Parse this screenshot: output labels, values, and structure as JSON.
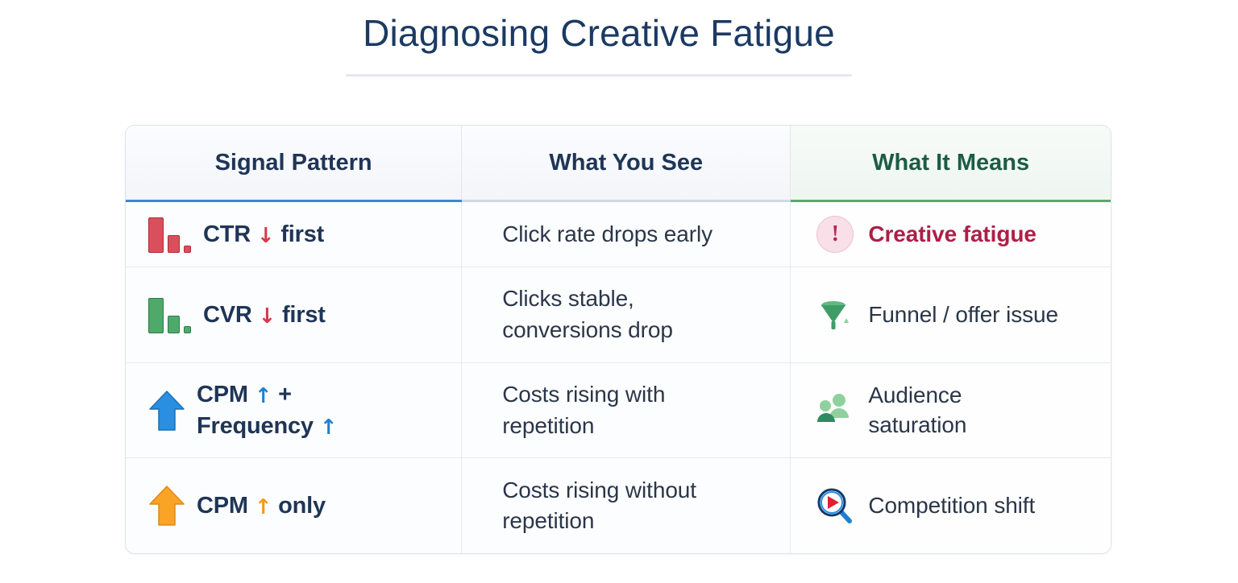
{
  "header": {
    "title": "Diagnosing Creative Fatigue"
  },
  "table": {
    "columns": [
      {
        "label": "Signal Pattern",
        "accent": "#3b87d4",
        "text_color": "#1e3557"
      },
      {
        "label": "What You See",
        "accent": "#cfd8e8",
        "text_color": "#1e3557"
      },
      {
        "label": "What It Means",
        "accent": "#5aa86f",
        "text_color": "#1d5c44"
      }
    ],
    "rows": [
      {
        "icon": "bar-chart-declining-red-icon",
        "signal_prefix": "CTR",
        "signal_arrow": "↓",
        "signal_suffix": "first",
        "signal_arrow_color": "#d9394a",
        "what_you_see": "Click rate drops early",
        "meaning_icon": "alert-circle-icon",
        "meaning_glyph": "!",
        "meaning": "Creative fatigue",
        "meaning_color": "#ad1f48"
      },
      {
        "icon": "bar-chart-declining-green-icon",
        "signal_prefix": "CVR",
        "signal_arrow": "↓",
        "signal_suffix": "first",
        "signal_arrow_color": "#d9394a",
        "what_you_see": "Clicks stable,\nconversions drop",
        "meaning_icon": "funnel-icon",
        "meaning": "Funnel / offer issue",
        "meaning_color": "#2b3649"
      },
      {
        "icon": "arrow-up-blue-icon",
        "signal_prefix": "CPM",
        "signal_arrow": "↑",
        "signal_suffix": "+",
        "signal_line2_prefix": "Frequency",
        "signal_line2_arrow": "↑",
        "signal_arrow_color": "#1f7fd0",
        "what_you_see": "Costs rising with\nrepetition",
        "meaning_icon": "audience-group-icon",
        "meaning": "Audience\nsaturation",
        "meaning_color": "#2b3649"
      },
      {
        "icon": "arrow-up-amber-icon",
        "signal_prefix": "CPM",
        "signal_arrow": "↑",
        "signal_suffix": "only",
        "signal_arrow_color": "#f59b14",
        "what_you_see": "Costs rising without\nrepetition",
        "meaning_icon": "magnifier-play-icon",
        "meaning": "Competition shift",
        "meaning_color": "#2b3649"
      }
    ]
  }
}
